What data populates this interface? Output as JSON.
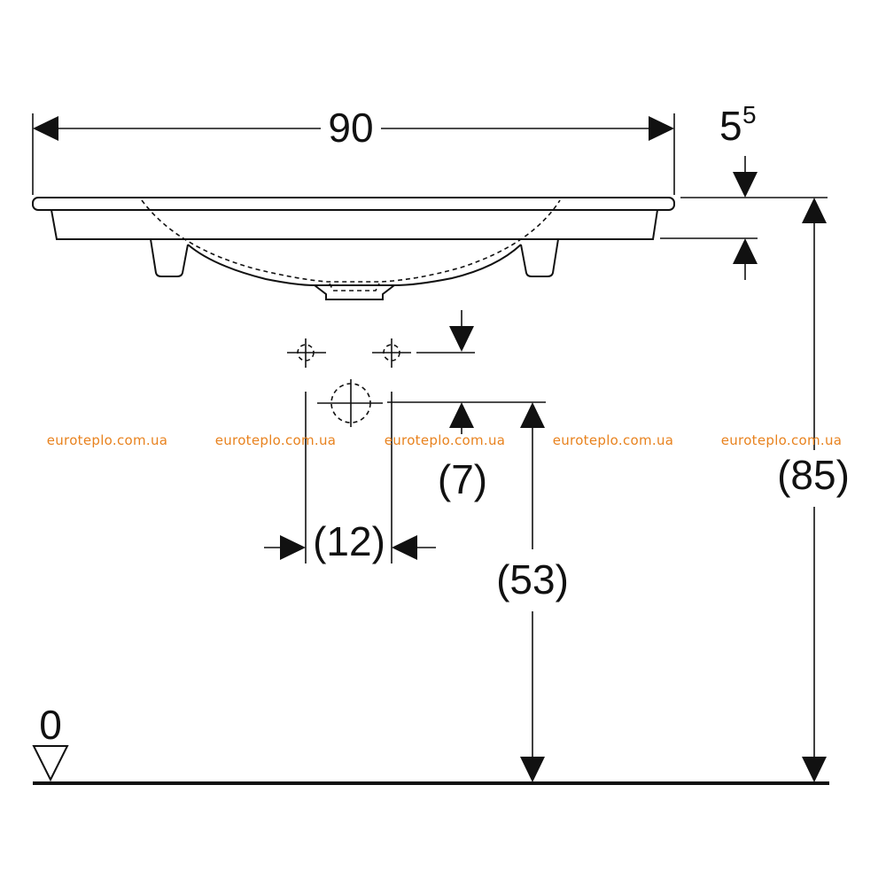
{
  "dimensions": {
    "width": "90",
    "rim_thickness_base": "5",
    "rim_thickness_sup": "5",
    "tap_offset": "(7)",
    "waste_spacing": "(12)",
    "waste_height": "(53)",
    "total_height": "(85)",
    "floor_level": "0"
  },
  "watermarks": [
    "euroteplo.com.ua",
    "euroteplo.com.ua",
    "euroteplo.com.ua",
    "euroteplo.com.ua",
    "euroteplo.com.ua"
  ],
  "colors": {
    "line": "#111111",
    "watermark": "#e8821e"
  }
}
